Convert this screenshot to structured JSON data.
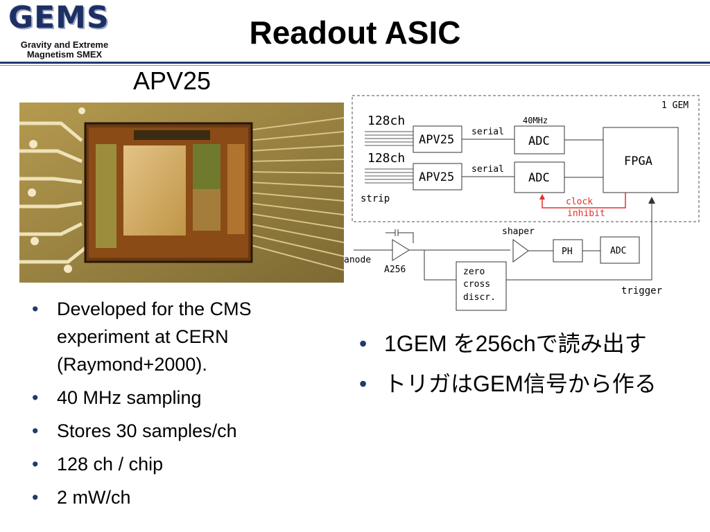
{
  "logo": {
    "word": "GEMS",
    "line1": "Gravity and Extreme",
    "line2": "Magnetism SMEX"
  },
  "slide": {
    "title": "Readout ASIC",
    "image_label": "APV25"
  },
  "diagram": {
    "gem_label": "1 GEM",
    "ch1": "128ch",
    "ch2": "128ch",
    "apv1": "APV25",
    "apv2": "APV25",
    "serial1": "serial",
    "serial2": "serial",
    "clk": "40MHz",
    "adc1": "ADC",
    "adc2": "ADC",
    "fpga": "FPGA",
    "strip": "strip",
    "clock": "clock",
    "inhibit": "inhibit",
    "anode": "anode",
    "a256": "A256",
    "shaper": "shaper",
    "ph": "PH",
    "adc3": "ADC",
    "zero": "zero",
    "cross": "cross",
    "discr": "discr.",
    "trigger": "trigger",
    "accent_red": "#e0302a"
  },
  "left_bullets": [
    "Developed for the CMS experiment at CERN (Raymond+2000).",
    "40 MHz sampling",
    "Stores 30 samples/ch",
    "128 ch / chip",
    "2 mW/ch"
  ],
  "right_bullets": [
    "1GEM を256chで読み出す",
    "トリガはGEM信号から作る"
  ],
  "bullet_glyph": "•"
}
